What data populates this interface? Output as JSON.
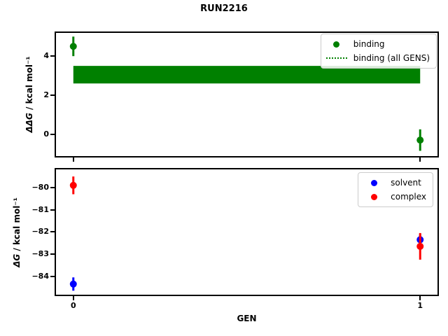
{
  "figure": {
    "title": "RUN2216",
    "background": "#ffffff"
  },
  "axes_shared": {
    "xlabel": "GEN",
    "xlim": [
      -0.05,
      1.05
    ],
    "xticks": [
      {
        "value": 0,
        "label": "0"
      },
      {
        "value": 1,
        "label": "1"
      }
    ]
  },
  "chart_data": [
    {
      "type": "scatter",
      "position": "top",
      "ylabel_symbol": "ΔΔG",
      "ylabel_units": " / kcal mol⁻¹",
      "ylim": [
        -1.12,
        5.19
      ],
      "yticks": [
        {
          "value": 0,
          "label": "0"
        },
        {
          "value": 2,
          "label": "2"
        },
        {
          "value": 4,
          "label": "4"
        }
      ],
      "grid": false,
      "band": {
        "name": "binding (all GENS)",
        "x_start": 0,
        "x_end": 1,
        "y_low": 2.6,
        "y_high": 3.5,
        "color": "#008000"
      },
      "series": [
        {
          "name": "binding",
          "color": "#008000",
          "marker": "circle",
          "points": [
            {
              "x": 0,
              "y": 4.5,
              "yerr": 0.5
            },
            {
              "x": 1,
              "y": -0.3,
              "yerr": 0.55
            }
          ]
        }
      ],
      "legend": {
        "position": "upper right",
        "items": [
          {
            "label": "binding",
            "swatch": "dot",
            "color": "#008000"
          },
          {
            "label": "binding (all GENS)",
            "swatch": "dotted-line",
            "color": "#008000"
          }
        ]
      }
    },
    {
      "type": "scatter",
      "position": "bottom",
      "ylabel_symbol": "ΔG",
      "ylabel_units": " / kcal mol⁻¹",
      "ylim": [
        -84.83,
        -79.18
      ],
      "yticks": [
        {
          "value": -80,
          "label": "−80"
        },
        {
          "value": -81,
          "label": "−81"
        },
        {
          "value": -82,
          "label": "−82"
        },
        {
          "value": -83,
          "label": "−83"
        },
        {
          "value": -84,
          "label": "−84"
        }
      ],
      "grid": false,
      "series": [
        {
          "name": "solvent",
          "color": "#0000ff",
          "marker": "circle",
          "points": [
            {
              "x": 0,
              "y": -84.35,
              "yerr": 0.3
            },
            {
              "x": 1,
              "y": -82.35,
              "yerr": 0.25
            }
          ]
        },
        {
          "name": "complex",
          "color": "#ff0000",
          "marker": "circle",
          "points": [
            {
              "x": 0,
              "y": -79.9,
              "yerr": 0.4
            },
            {
              "x": 1,
              "y": -82.65,
              "yerr": 0.6
            }
          ]
        }
      ],
      "legend": {
        "position": "upper right",
        "items": [
          {
            "label": "solvent",
            "swatch": "dot",
            "color": "#0000ff"
          },
          {
            "label": "complex",
            "swatch": "dot",
            "color": "#ff0000"
          }
        ]
      }
    }
  ]
}
